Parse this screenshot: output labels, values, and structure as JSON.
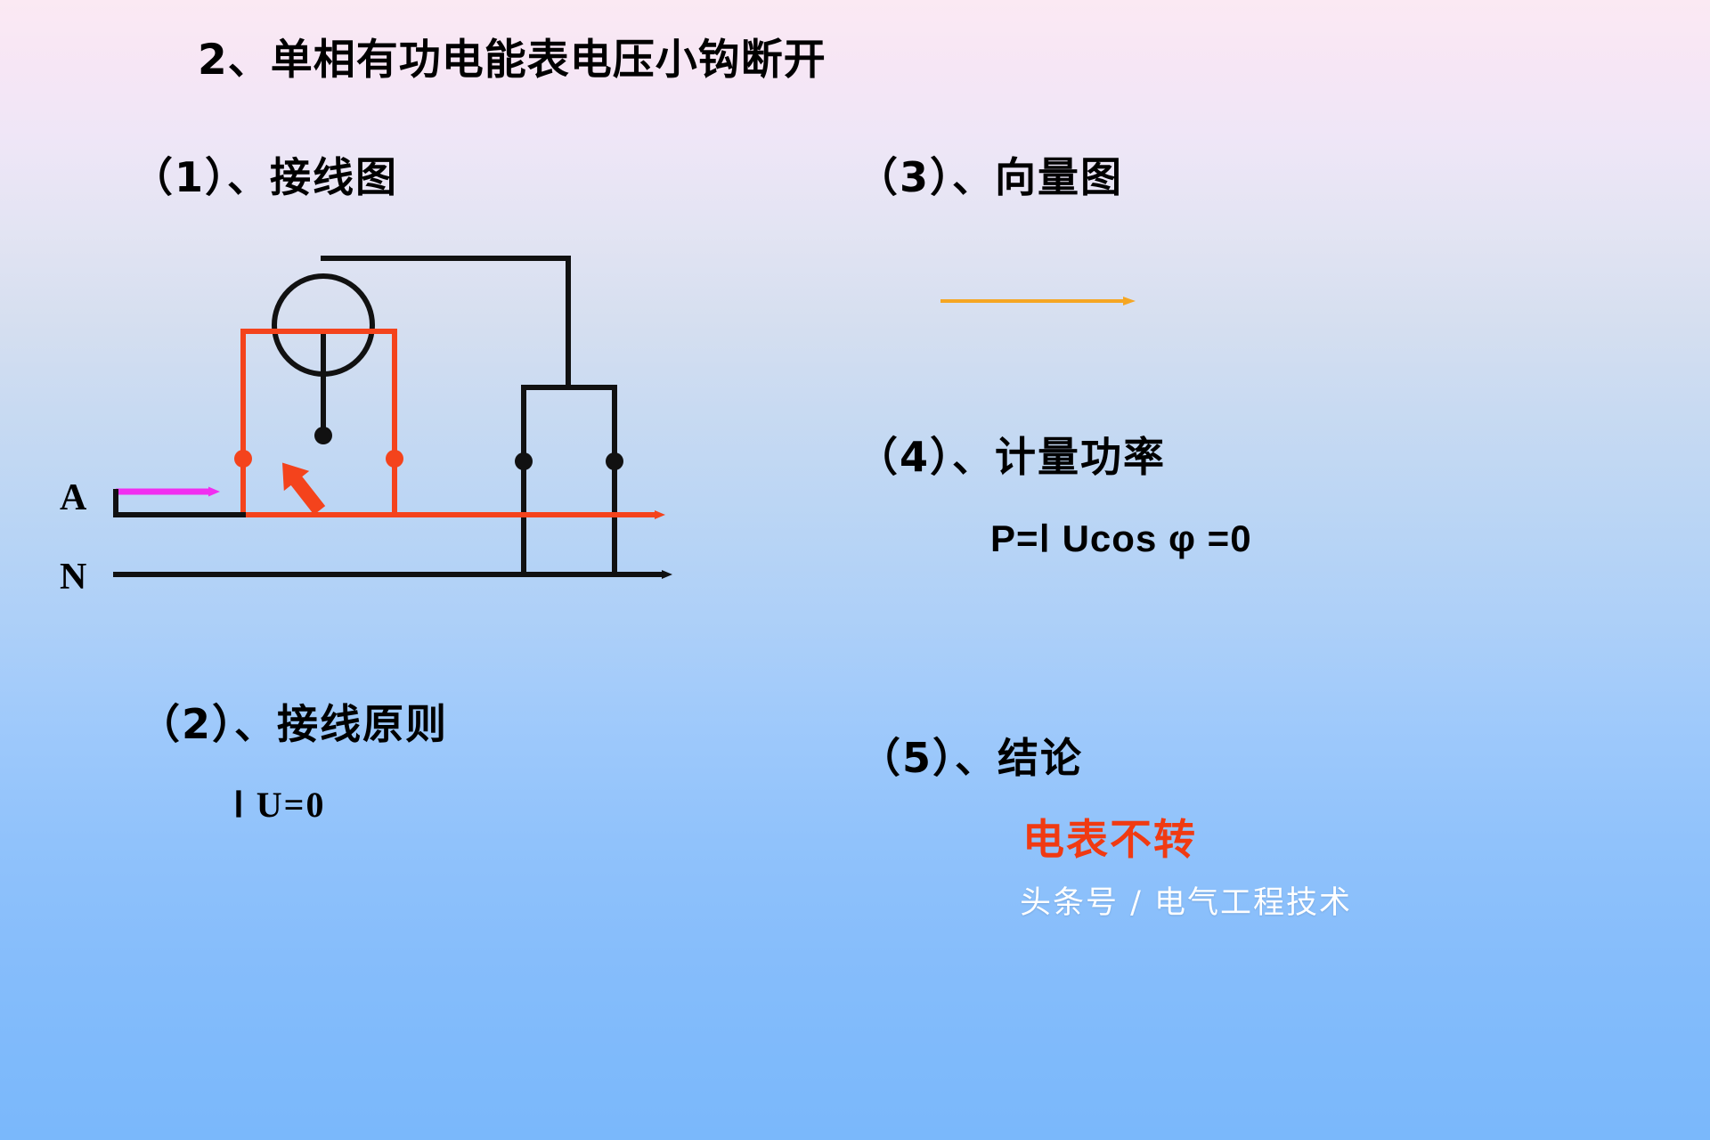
{
  "slide": {
    "title": "2、单相有功电能表电压小钩断开",
    "background_top": "#fbe9f3",
    "background_bottom": "#7ab8fb"
  },
  "sections": {
    "wiring_diagram": {
      "heading": "（1）、接线图"
    },
    "wiring_principle": {
      "heading": "（2）、接线原则",
      "formula": "Ⅰ U=0"
    },
    "vector_diagram": {
      "heading": "（3）、向量图",
      "vector_label": "",
      "vector_color": "#f5a623"
    },
    "metering_power": {
      "heading": "（4）、计量功率",
      "formula": "P=Ⅰ Ucos φ =0"
    },
    "conclusion": {
      "heading": "（5）、结论",
      "text": "电表不转",
      "color": "#f03a12"
    }
  },
  "circuit": {
    "phase_label": "A",
    "neutral_label": "N",
    "wire_colors": {
      "black": "#111111",
      "red": "#f4431c",
      "magenta": "#f02ef0",
      "orange": "#f5a623"
    }
  },
  "watermark": {
    "text": "头条号 / 电气工程技术"
  }
}
